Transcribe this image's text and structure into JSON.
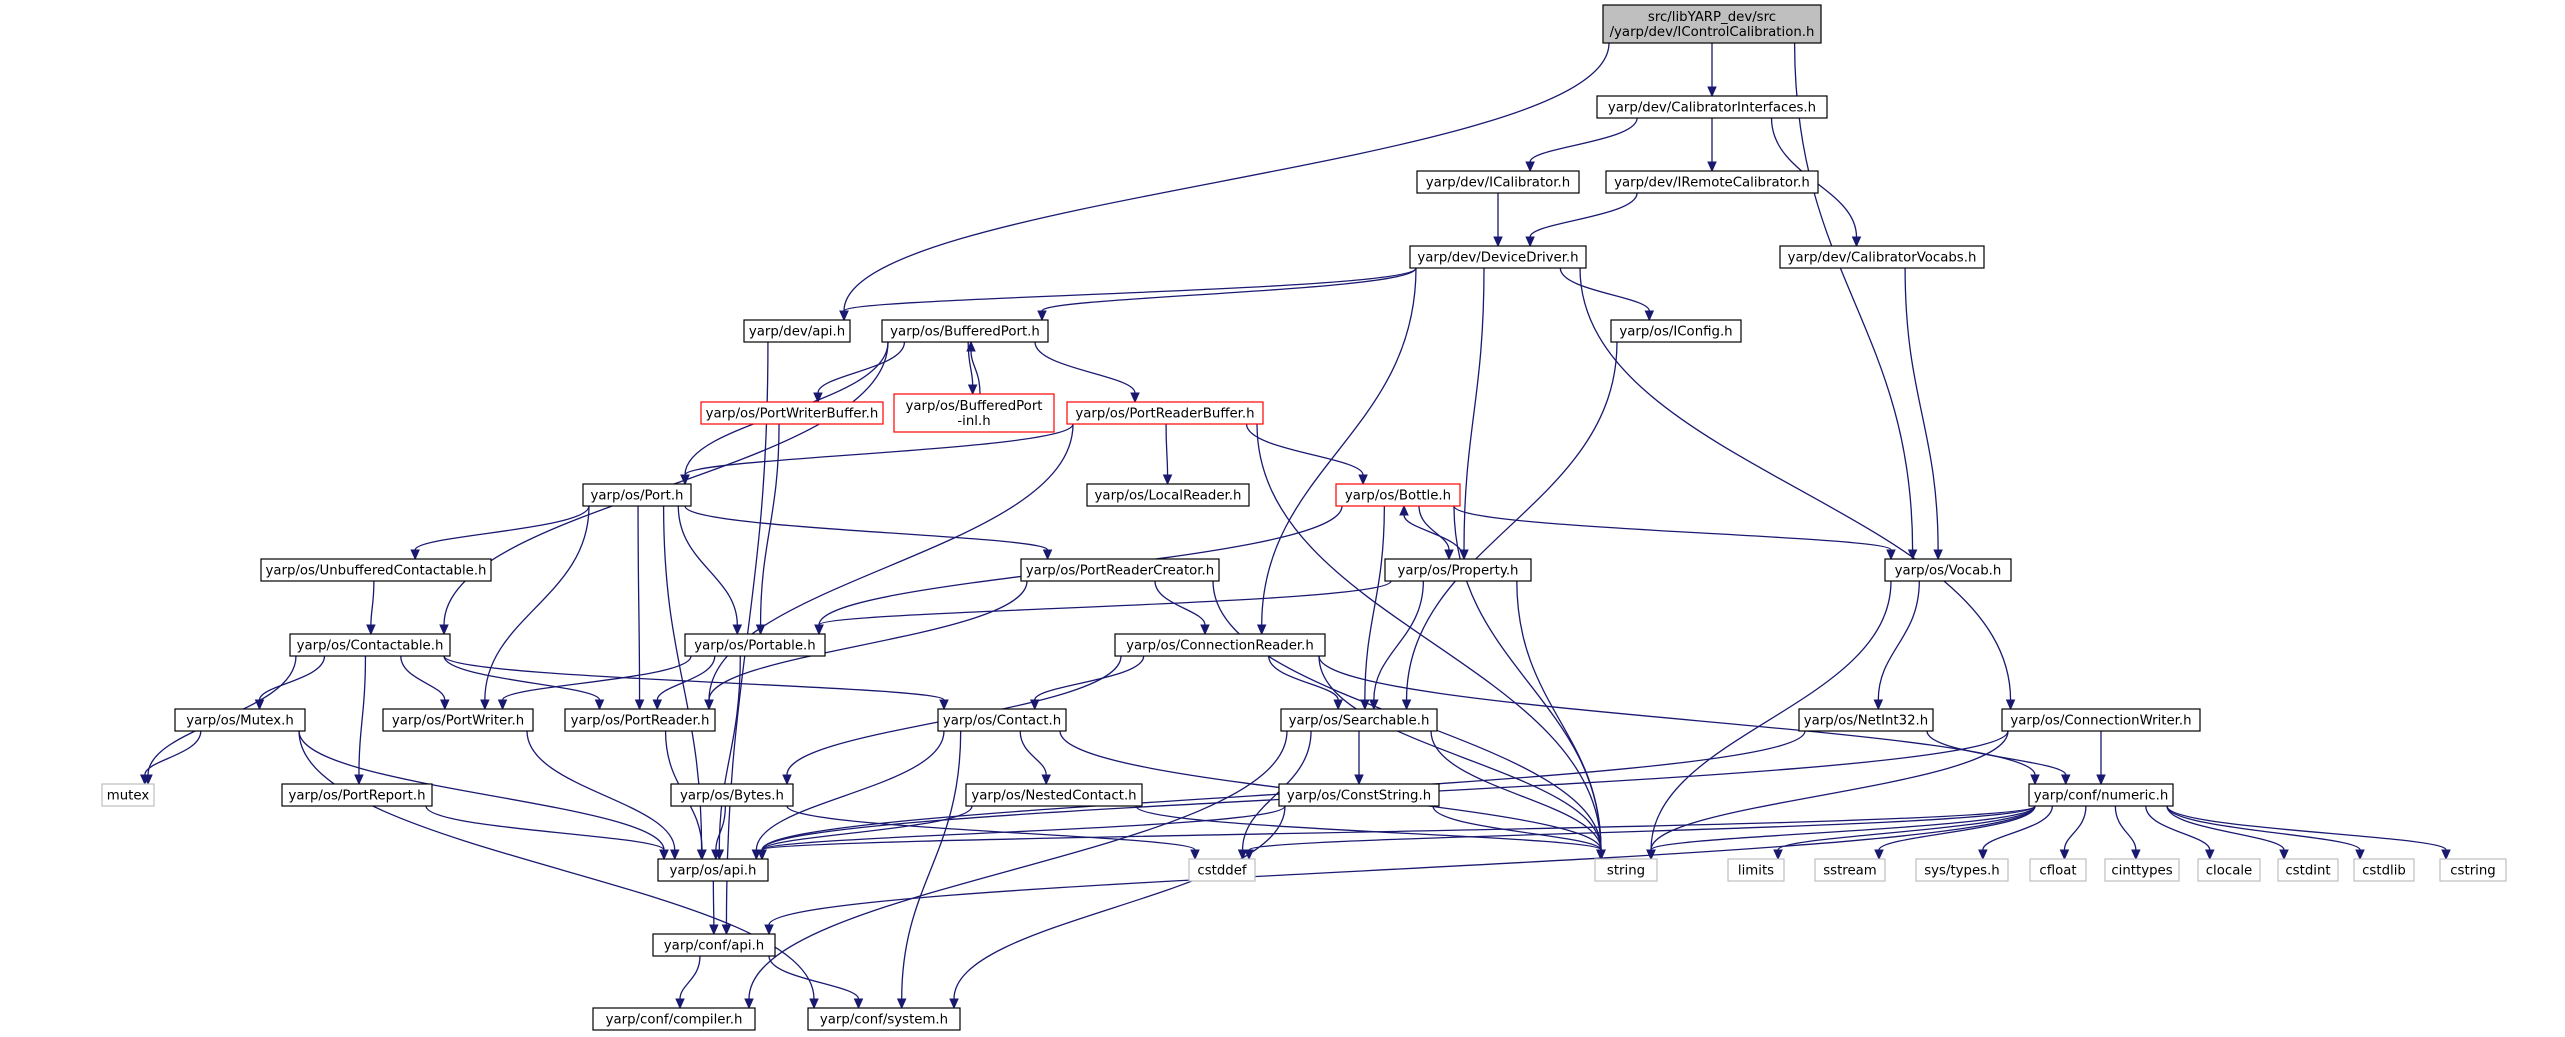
{
  "colors": {
    "edge": "#191970",
    "root_fill": "#bfbfbf",
    "red_border": "#ff0000",
    "system_border": "#bfbfbf",
    "normal_border": "#000000"
  },
  "nodes": [
    {
      "id": "root",
      "lines": [
        "src/libYARP_dev/src",
        "/yarp/dev/IControlCalibration.h"
      ],
      "kind": "root"
    },
    {
      "id": "calibInterfaces",
      "lines": [
        "yarp/dev/CalibratorInterfaces.h"
      ],
      "kind": "normal"
    },
    {
      "id": "icalibrator",
      "lines": [
        "yarp/dev/ICalibrator.h"
      ],
      "kind": "normal"
    },
    {
      "id": "iremoteCalibrator",
      "lines": [
        "yarp/dev/IRemoteCalibrator.h"
      ],
      "kind": "normal"
    },
    {
      "id": "calibVocabs",
      "lines": [
        "yarp/dev/CalibratorVocabs.h"
      ],
      "kind": "normal"
    },
    {
      "id": "deviceDriver",
      "lines": [
        "yarp/dev/DeviceDriver.h"
      ],
      "kind": "normal"
    },
    {
      "id": "devApi",
      "lines": [
        "yarp/dev/api.h"
      ],
      "kind": "normal"
    },
    {
      "id": "bufferedPort",
      "lines": [
        "yarp/os/BufferedPort.h"
      ],
      "kind": "normal"
    },
    {
      "id": "iconfig",
      "lines": [
        "yarp/os/IConfig.h"
      ],
      "kind": "normal"
    },
    {
      "id": "portWriterBuffer",
      "lines": [
        "yarp/os/PortWriterBuffer.h"
      ],
      "kind": "red"
    },
    {
      "id": "bufferedPortInl",
      "lines": [
        "yarp/os/BufferedPort",
        "-inl.h"
      ],
      "kind": "red"
    },
    {
      "id": "portReaderBuffer",
      "lines": [
        "yarp/os/PortReaderBuffer.h"
      ],
      "kind": "red"
    },
    {
      "id": "port",
      "lines": [
        "yarp/os/Port.h"
      ],
      "kind": "normal"
    },
    {
      "id": "localReader",
      "lines": [
        "yarp/os/LocalReader.h"
      ],
      "kind": "normal"
    },
    {
      "id": "bottle",
      "lines": [
        "yarp/os/Bottle.h"
      ],
      "kind": "red"
    },
    {
      "id": "unbufferedContactable",
      "lines": [
        "yarp/os/UnbufferedContactable.h"
      ],
      "kind": "normal"
    },
    {
      "id": "portReaderCreator",
      "lines": [
        "yarp/os/PortReaderCreator.h"
      ],
      "kind": "normal"
    },
    {
      "id": "property",
      "lines": [
        "yarp/os/Property.h"
      ],
      "kind": "normal"
    },
    {
      "id": "vocab",
      "lines": [
        "yarp/os/Vocab.h"
      ],
      "kind": "normal"
    },
    {
      "id": "contactable",
      "lines": [
        "yarp/os/Contactable.h"
      ],
      "kind": "normal"
    },
    {
      "id": "portable",
      "lines": [
        "yarp/os/Portable.h"
      ],
      "kind": "normal"
    },
    {
      "id": "connectionReader",
      "lines": [
        "yarp/os/ConnectionReader.h"
      ],
      "kind": "normal"
    },
    {
      "id": "mutexH",
      "lines": [
        "yarp/os/Mutex.h"
      ],
      "kind": "normal"
    },
    {
      "id": "portWriter",
      "lines": [
        "yarp/os/PortWriter.h"
      ],
      "kind": "normal"
    },
    {
      "id": "portReader",
      "lines": [
        "yarp/os/PortReader.h"
      ],
      "kind": "normal"
    },
    {
      "id": "contact",
      "lines": [
        "yarp/os/Contact.h"
      ],
      "kind": "normal"
    },
    {
      "id": "searchable",
      "lines": [
        "yarp/os/Searchable.h"
      ],
      "kind": "normal"
    },
    {
      "id": "netint32",
      "lines": [
        "yarp/os/NetInt32.h"
      ],
      "kind": "normal"
    },
    {
      "id": "connectionWriter",
      "lines": [
        "yarp/os/ConnectionWriter.h"
      ],
      "kind": "normal"
    },
    {
      "id": "mutex",
      "lines": [
        "mutex"
      ],
      "kind": "system"
    },
    {
      "id": "portReport",
      "lines": [
        "yarp/os/PortReport.h"
      ],
      "kind": "normal"
    },
    {
      "id": "bytes",
      "lines": [
        "yarp/os/Bytes.h"
      ],
      "kind": "normal"
    },
    {
      "id": "nestedContact",
      "lines": [
        "yarp/os/NestedContact.h"
      ],
      "kind": "normal"
    },
    {
      "id": "constString",
      "lines": [
        "yarp/os/ConstString.h"
      ],
      "kind": "normal"
    },
    {
      "id": "numeric",
      "lines": [
        "yarp/conf/numeric.h"
      ],
      "kind": "normal"
    },
    {
      "id": "osApi",
      "lines": [
        "yarp/os/api.h"
      ],
      "kind": "normal"
    },
    {
      "id": "cstddef",
      "lines": [
        "cstddef"
      ],
      "kind": "system"
    },
    {
      "id": "string",
      "lines": [
        "string"
      ],
      "kind": "system"
    },
    {
      "id": "limits",
      "lines": [
        "limits"
      ],
      "kind": "system"
    },
    {
      "id": "sstream",
      "lines": [
        "sstream"
      ],
      "kind": "system"
    },
    {
      "id": "systypes",
      "lines": [
        "sys/types.h"
      ],
      "kind": "system"
    },
    {
      "id": "cfloat",
      "lines": [
        "cfloat"
      ],
      "kind": "system"
    },
    {
      "id": "cinttypes",
      "lines": [
        "cinttypes"
      ],
      "kind": "system"
    },
    {
      "id": "clocale",
      "lines": [
        "clocale"
      ],
      "kind": "system"
    },
    {
      "id": "cstdint",
      "lines": [
        "cstdint"
      ],
      "kind": "system"
    },
    {
      "id": "cstdlib",
      "lines": [
        "cstdlib"
      ],
      "kind": "system"
    },
    {
      "id": "cstring",
      "lines": [
        "cstring"
      ],
      "kind": "system"
    },
    {
      "id": "confApi",
      "lines": [
        "yarp/conf/api.h"
      ],
      "kind": "normal"
    },
    {
      "id": "compiler",
      "lines": [
        "yarp/conf/compiler.h"
      ],
      "kind": "normal"
    },
    {
      "id": "system",
      "lines": [
        "yarp/conf/system.h"
      ],
      "kind": "normal"
    }
  ],
  "edges": [
    [
      "root",
      "calibInterfaces"
    ],
    [
      "root",
      "devApi"
    ],
    [
      "root",
      "vocab"
    ],
    [
      "calibInterfaces",
      "icalibrator"
    ],
    [
      "calibInterfaces",
      "iremoteCalibrator"
    ],
    [
      "calibInterfaces",
      "calibVocabs"
    ],
    [
      "icalibrator",
      "deviceDriver"
    ],
    [
      "iremoteCalibrator",
      "deviceDriver"
    ],
    [
      "calibVocabs",
      "vocab"
    ],
    [
      "deviceDriver",
      "devApi"
    ],
    [
      "deviceDriver",
      "bufferedPort"
    ],
    [
      "deviceDriver",
      "iconfig"
    ],
    [
      "deviceDriver",
      "property"
    ],
    [
      "deviceDriver",
      "connectionReader"
    ],
    [
      "deviceDriver",
      "connectionWriter"
    ],
    [
      "devApi",
      "confApi"
    ],
    [
      "bufferedPort",
      "portWriterBuffer"
    ],
    [
      "bufferedPort",
      "bufferedPortInl"
    ],
    [
      "bufferedPort",
      "portReaderBuffer"
    ],
    [
      "bufferedPort",
      "port"
    ],
    [
      "bufferedPort",
      "contactable"
    ],
    [
      "bufferedPortInl",
      "bufferedPort"
    ],
    [
      "iconfig",
      "searchable"
    ],
    [
      "portWriterBuffer",
      "portable"
    ],
    [
      "portReaderBuffer",
      "port"
    ],
    [
      "portReaderBuffer",
      "localReader"
    ],
    [
      "portReaderBuffer",
      "bottle"
    ],
    [
      "portReaderBuffer",
      "portReader"
    ],
    [
      "portReaderBuffer",
      "string"
    ],
    [
      "port",
      "unbufferedContactable"
    ],
    [
      "port",
      "portReaderCreator"
    ],
    [
      "port",
      "portable"
    ],
    [
      "port",
      "portWriter"
    ],
    [
      "port",
      "portReader"
    ],
    [
      "port",
      "osApi"
    ],
    [
      "bottle",
      "property"
    ],
    [
      "bottle",
      "vocab"
    ],
    [
      "bottle",
      "portable"
    ],
    [
      "bottle",
      "searchable"
    ],
    [
      "bottle",
      "string"
    ],
    [
      "property",
      "bottle"
    ],
    [
      "property",
      "portable"
    ],
    [
      "property",
      "searchable"
    ],
    [
      "property",
      "string"
    ],
    [
      "unbufferedContactable",
      "contactable"
    ],
    [
      "portReaderCreator",
      "portReader"
    ],
    [
      "portReaderCreator",
      "connectionReader"
    ],
    [
      "portReaderCreator",
      "string"
    ],
    [
      "vocab",
      "netint32"
    ],
    [
      "vocab",
      "string"
    ],
    [
      "contactable",
      "mutexH"
    ],
    [
      "contactable",
      "portWriter"
    ],
    [
      "contactable",
      "portReader"
    ],
    [
      "contactable",
      "portReport"
    ],
    [
      "contactable",
      "contact"
    ],
    [
      "contactable",
      "mutex"
    ],
    [
      "portable",
      "portWriter"
    ],
    [
      "portable",
      "portReader"
    ],
    [
      "portable",
      "osApi"
    ],
    [
      "connectionReader",
      "contact"
    ],
    [
      "connectionReader",
      "searchable"
    ],
    [
      "connectionReader",
      "bytes"
    ],
    [
      "connectionReader",
      "numeric"
    ],
    [
      "connectionReader",
      "string"
    ],
    [
      "mutexH",
      "mutex"
    ],
    [
      "mutexH",
      "osApi"
    ],
    [
      "mutexH",
      "system"
    ],
    [
      "portWriter",
      "osApi"
    ],
    [
      "portReader",
      "osApi"
    ],
    [
      "contact",
      "nestedContact"
    ],
    [
      "contact",
      "string"
    ],
    [
      "contact",
      "system"
    ],
    [
      "contact",
      "osApi"
    ],
    [
      "searchable",
      "constString"
    ],
    [
      "searchable",
      "cstddef"
    ],
    [
      "searchable",
      "string"
    ],
    [
      "searchable",
      "compiler"
    ],
    [
      "netint32",
      "numeric"
    ],
    [
      "netint32",
      "osApi"
    ],
    [
      "connectionWriter",
      "numeric"
    ],
    [
      "connectionWriter",
      "osApi"
    ],
    [
      "connectionWriter",
      "string"
    ],
    [
      "portReport",
      "osApi"
    ],
    [
      "bytes",
      "osApi"
    ],
    [
      "bytes",
      "cstddef"
    ],
    [
      "nestedContact",
      "osApi"
    ],
    [
      "nestedContact",
      "string"
    ],
    [
      "constString",
      "osApi"
    ],
    [
      "constString",
      "string"
    ],
    [
      "constString",
      "system"
    ],
    [
      "numeric",
      "confApi"
    ],
    [
      "numeric",
      "cstddef"
    ],
    [
      "numeric",
      "string"
    ],
    [
      "numeric",
      "limits"
    ],
    [
      "numeric",
      "sstream"
    ],
    [
      "numeric",
      "systypes"
    ],
    [
      "numeric",
      "cfloat"
    ],
    [
      "numeric",
      "cinttypes"
    ],
    [
      "numeric",
      "clocale"
    ],
    [
      "numeric",
      "cstdint"
    ],
    [
      "numeric",
      "cstdlib"
    ],
    [
      "numeric",
      "cstring"
    ],
    [
      "numeric",
      "osApi"
    ],
    [
      "osApi",
      "confApi"
    ],
    [
      "confApi",
      "compiler"
    ],
    [
      "confApi",
      "system"
    ]
  ]
}
